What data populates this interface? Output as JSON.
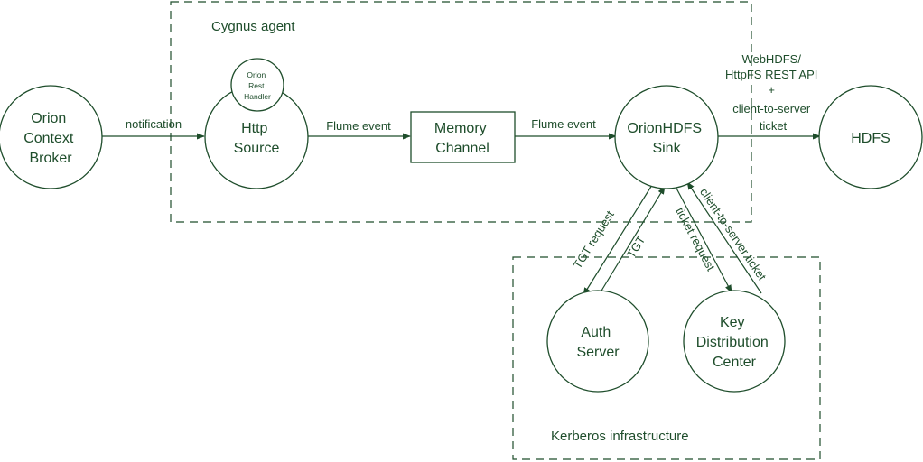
{
  "colors": {
    "stroke": "#1e4d2b",
    "text": "#1e4d2b",
    "background": "#ffffff"
  },
  "groups": {
    "cygnus": "Cygnus agent",
    "kerberos": "Kerberos infrastructure"
  },
  "nodes": {
    "orion_broker": [
      "Orion",
      "Context",
      "Broker"
    ],
    "http_source": [
      "Http",
      "Source"
    ],
    "rest_handler": [
      "Orion",
      "Rest",
      "Handler"
    ],
    "memory_channel": [
      "Memory",
      "Channel"
    ],
    "hdfs_sink": [
      "OrionHDFS",
      "Sink"
    ],
    "hdfs": [
      "HDFS"
    ],
    "auth_server": [
      "Auth",
      "Server"
    ],
    "kdc": [
      "Key",
      "Distribution",
      "Center"
    ]
  },
  "edges": {
    "notification": "notification",
    "flume_event_1": "Flume event",
    "flume_event_2": "Flume event",
    "webhdfs": [
      "WebHDFS/",
      "HttpFS REST API",
      "+",
      "client-to-server",
      "ticket"
    ],
    "tgt_request": "TGT request",
    "tgt": "TGT",
    "ticket_request": "ticket request",
    "client_to_server_ticket": "client-to-server ticket"
  }
}
